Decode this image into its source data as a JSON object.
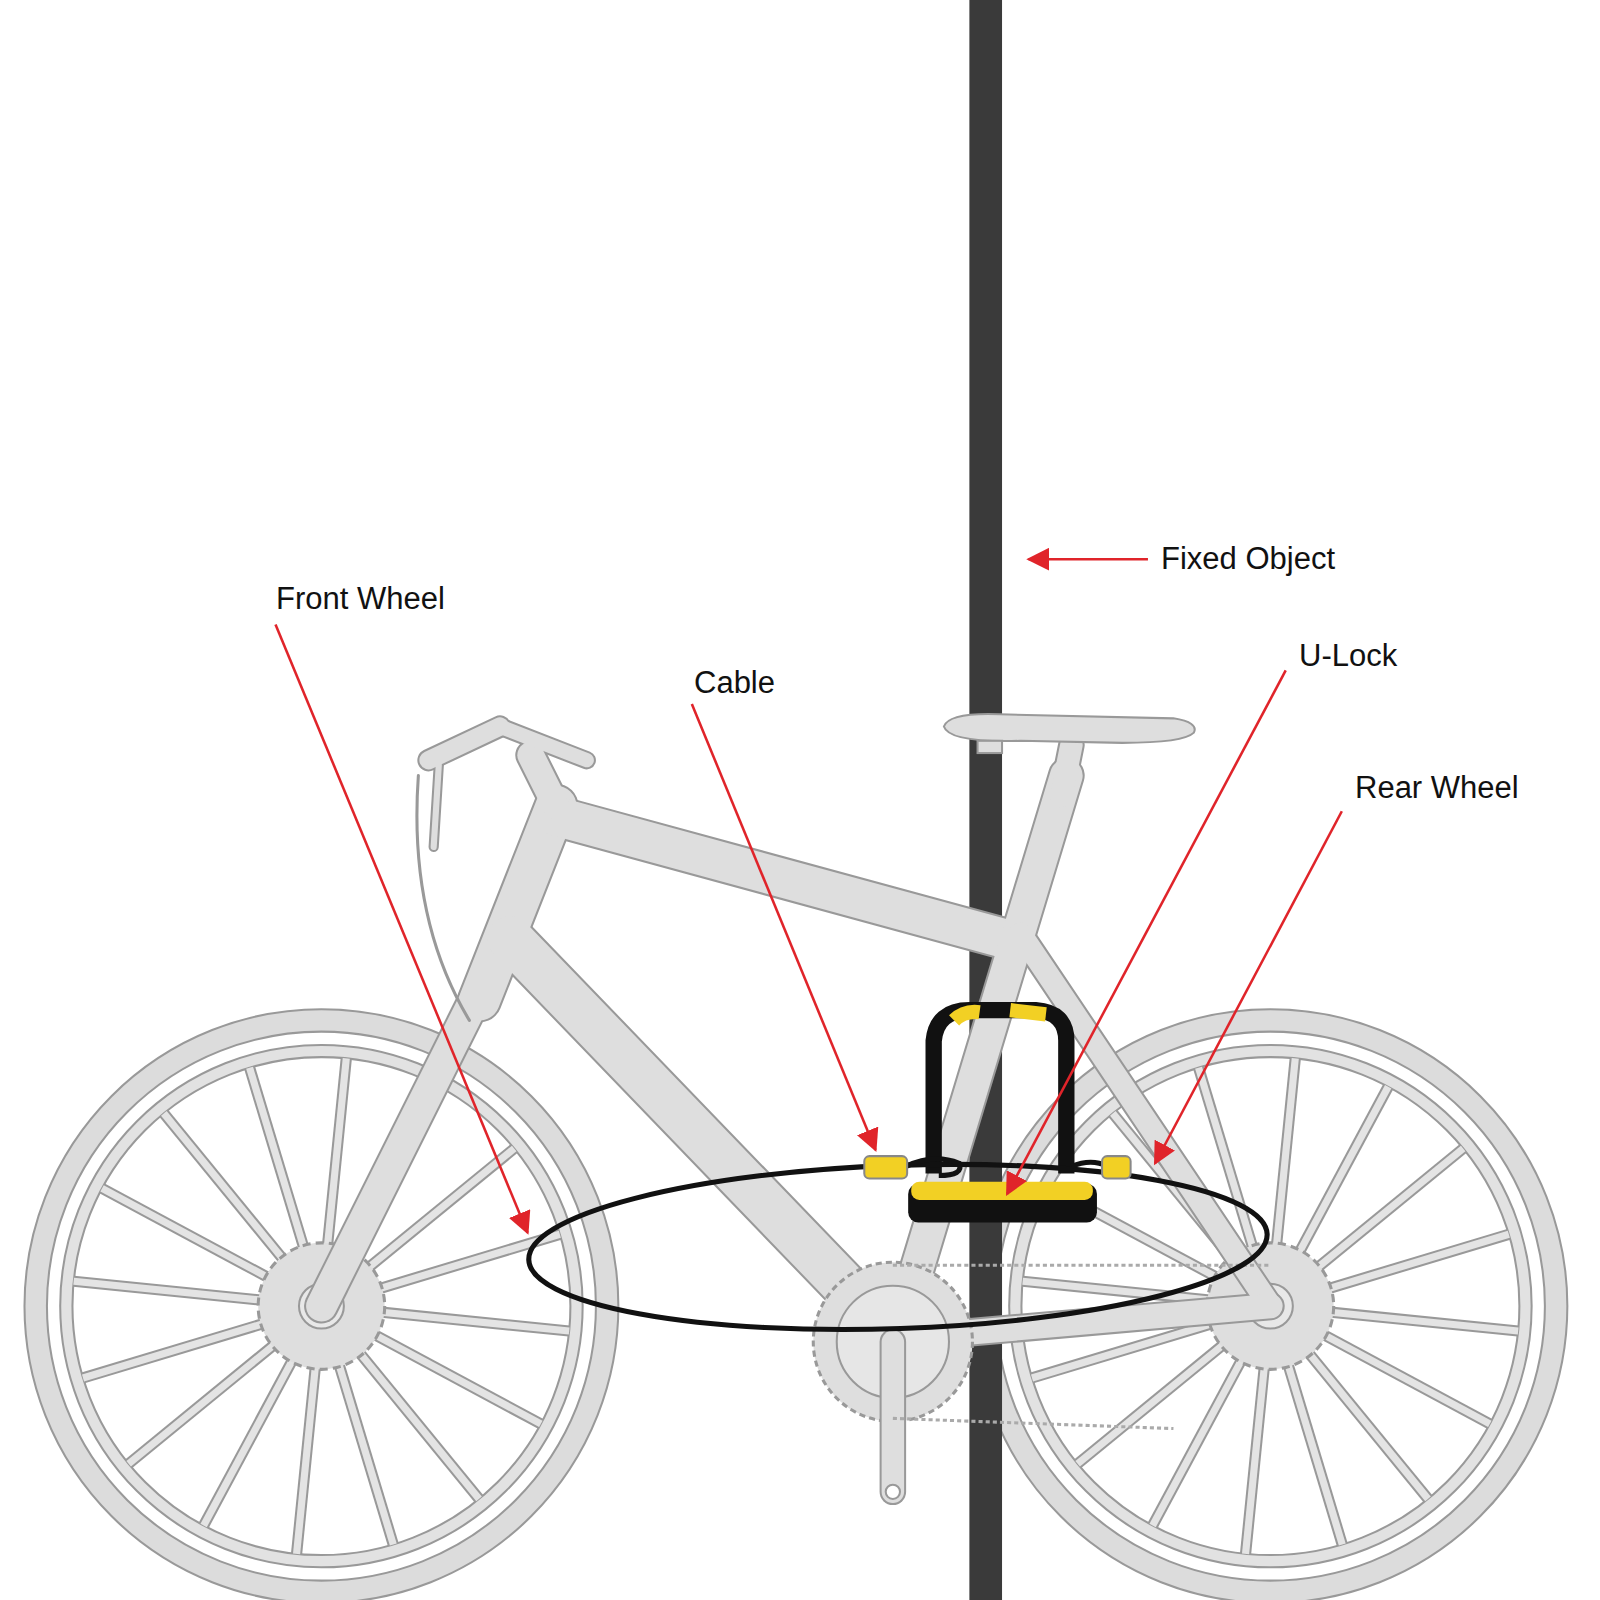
{
  "diagram": {
    "labels": [
      "Fixed Object",
      "Front Wheel",
      "U-Lock",
      "Cable",
      "Rear Wheel"
    ]
  }
}
